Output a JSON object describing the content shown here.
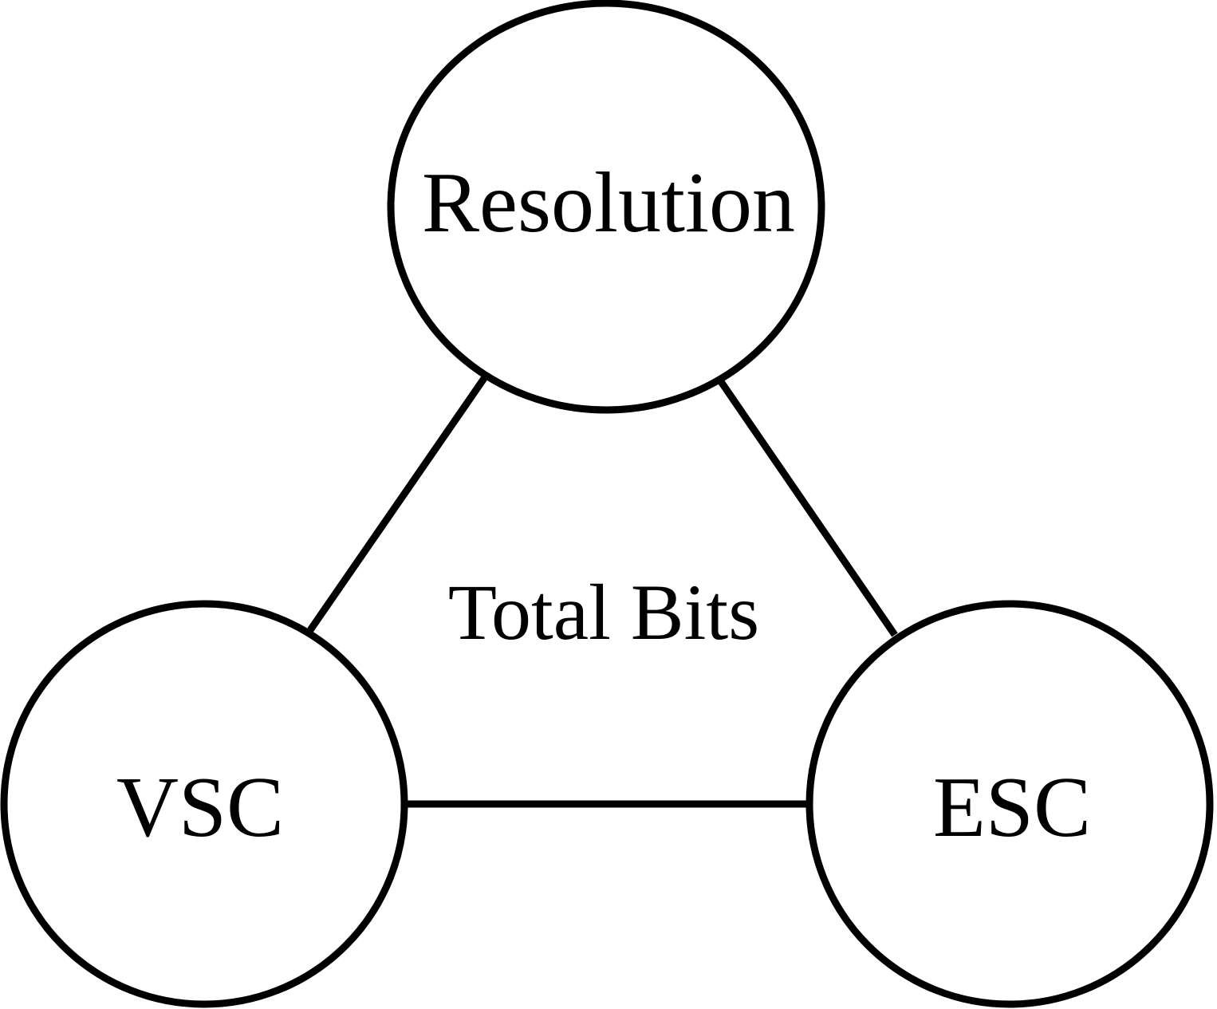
{
  "diagram": {
    "nodes": [
      {
        "id": "resolution",
        "label": "Resolution"
      },
      {
        "id": "vsc",
        "label": "VSC"
      },
      {
        "id": "esc",
        "label": "ESC"
      }
    ],
    "edges": [
      {
        "from": "resolution",
        "to": "vsc"
      },
      {
        "from": "resolution",
        "to": "esc"
      },
      {
        "from": "vsc",
        "to": "esc"
      }
    ],
    "center_label": "Total Bits",
    "colors": {
      "stroke": "#000000",
      "fill": "#ffffff",
      "text": "#000000"
    }
  }
}
